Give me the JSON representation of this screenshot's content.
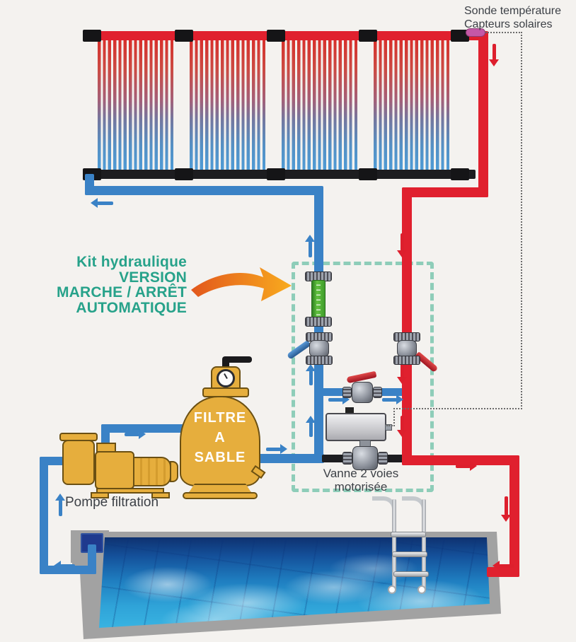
{
  "sensor_label": {
    "line1": "Sonde température",
    "line2": "Capteurs solaires"
  },
  "kit_label": {
    "line1": "Kit hydraulique",
    "line2": "VERSION",
    "line3": "MARCHE / ARRÊT",
    "line4": "AUTOMATIQUE"
  },
  "filter_label": {
    "line1": "FILTRE",
    "line2": "A",
    "line3": "SABLE"
  },
  "pump_label": "Pompe filtration",
  "valve_label": {
    "line1": "Vanne 2 voies",
    "line2": "motorisée"
  },
  "colors": {
    "background": "#f4f2ef",
    "hot_pipe_red": "#e0202e",
    "cold_pipe_blue": "#3a82c6",
    "kit_text_teal": "#27a28a",
    "kit_box_dash_teal": "#8ecdb9",
    "equipment_yellow": "#e6ae3d",
    "flowmeter_green": "#4fae3a",
    "sensor_pink": "#c558a6",
    "label_text": "#3c4046",
    "pool_border_gray": "#a2a2a2",
    "collector_tube_top": "#d7312c",
    "collector_tube_bottom": "#4e9cd7"
  },
  "icons": {
    "temperature-sensor-icon": "pink rounded sensor block on hot pipe",
    "flow-arrow-icon": "directional flow triangle with shaft (CSS shapes)",
    "orange-callout-arrow-icon": "curved orange swoosh pointing at kit box (SVG)",
    "pressure-gauge-icon": "round white dial on sand filter",
    "multiport-valve-handle-icon": "black lever on filter top",
    "pool-ladder-icon": "chrome ladder with rails and three steps",
    "skimmer-icon": "dark blue pool suction inlet"
  }
}
